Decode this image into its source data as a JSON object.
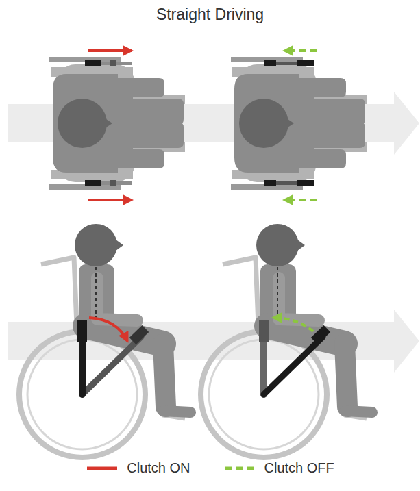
{
  "diagram": {
    "title": "Straight Driving",
    "legend": [
      {
        "text": "Clutch ON"
      },
      {
        "text": "Clutch OFF"
      }
    ]
  }
}
